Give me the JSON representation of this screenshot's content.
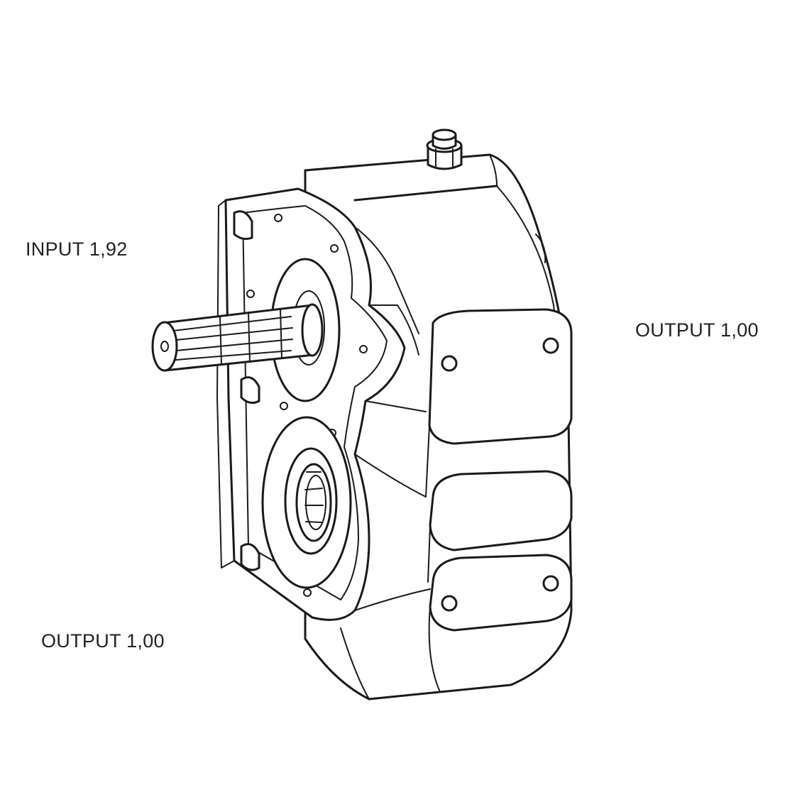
{
  "labels": {
    "input": "INPUT 1,92",
    "output_right": "OUTPUT 1,00",
    "output_bottom": "OUTPUT 1,00"
  },
  "colors": {
    "line": "#1a1a1a",
    "background": "#ffffff",
    "text": "#222222"
  }
}
